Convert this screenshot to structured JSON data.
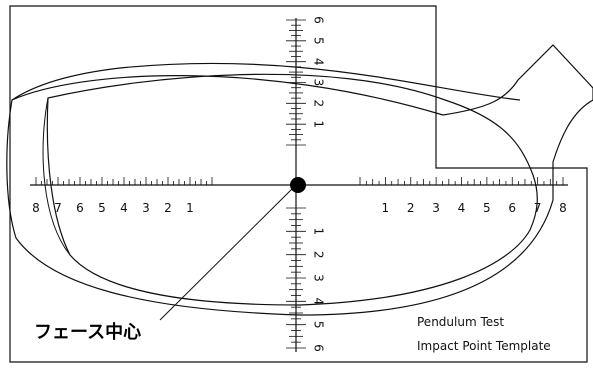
{
  "face_center_label": "フェース中心",
  "template_note": {
    "line1": "Pendulum Test",
    "line2": "Impact Point Template"
  },
  "horizontal_scale": {
    "left_labels": [
      "8",
      "7",
      "6",
      "5",
      "4",
      "3",
      "2",
      "1"
    ],
    "right_labels": [
      "1",
      "2",
      "3",
      "4",
      "5",
      "6",
      "7",
      "8"
    ]
  },
  "vertical_scale": {
    "top_labels": [
      "6",
      "5",
      "4",
      "3",
      "2",
      "1"
    ],
    "bottom_labels": [
      "1",
      "2",
      "3",
      "4",
      "5",
      "6"
    ]
  },
  "colors": {
    "ink": "#111111",
    "background": "#ffffff"
  }
}
